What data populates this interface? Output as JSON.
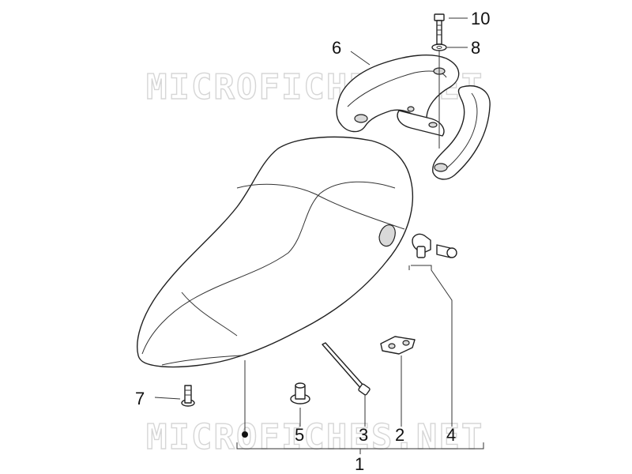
{
  "watermark": "MICROFICHES.NET",
  "callouts": {
    "c1": "1",
    "c2": "2",
    "c3": "3",
    "c4": "4",
    "c5": "5",
    "c6": "6",
    "c7": "7",
    "c8": "8",
    "c10": "10"
  },
  "colors": {
    "line": "#222222",
    "watermark": "#d6d6d6",
    "background": "#ffffff"
  }
}
